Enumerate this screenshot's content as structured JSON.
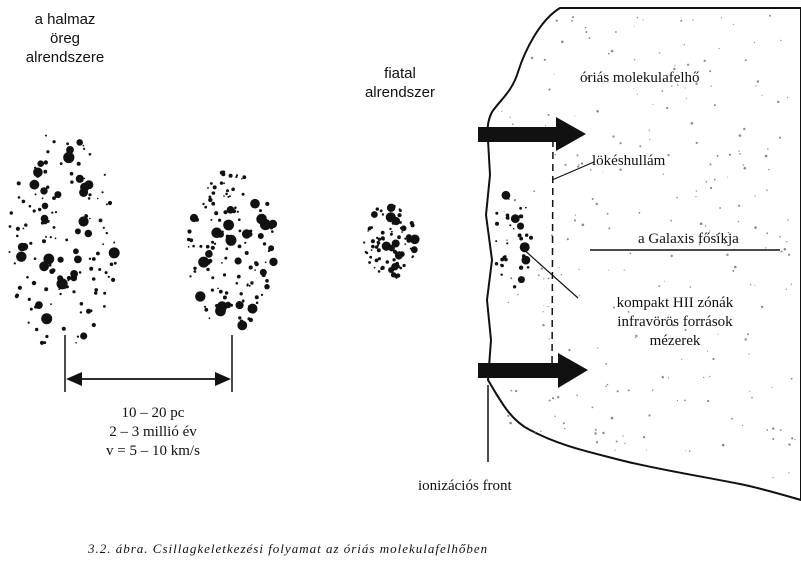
{
  "labels": {
    "old_subsystem": [
      "a halmaz",
      "öreg",
      "alrendszere"
    ],
    "young_subsystem": [
      "fiatal",
      "alrendszer"
    ],
    "cloud": "óriás molekulafelhő",
    "shock": "lökéshullám",
    "plane": "a Galaxis fősíkja",
    "compact": [
      "kompakt HII zónák",
      "infravörös források",
      "mézerek"
    ],
    "measure": [
      "10 – 20 pc",
      "2 – 3 millió év",
      "v = 5 – 10 km/s"
    ],
    "front": "ionizációs front"
  },
  "caption": "3.2. ábra. Csillagkeletkezési folyamat az óriás molekulafelhőben",
  "colors": {
    "ink": "#111111",
    "cloud_speckle": "#8a8a8a"
  }
}
